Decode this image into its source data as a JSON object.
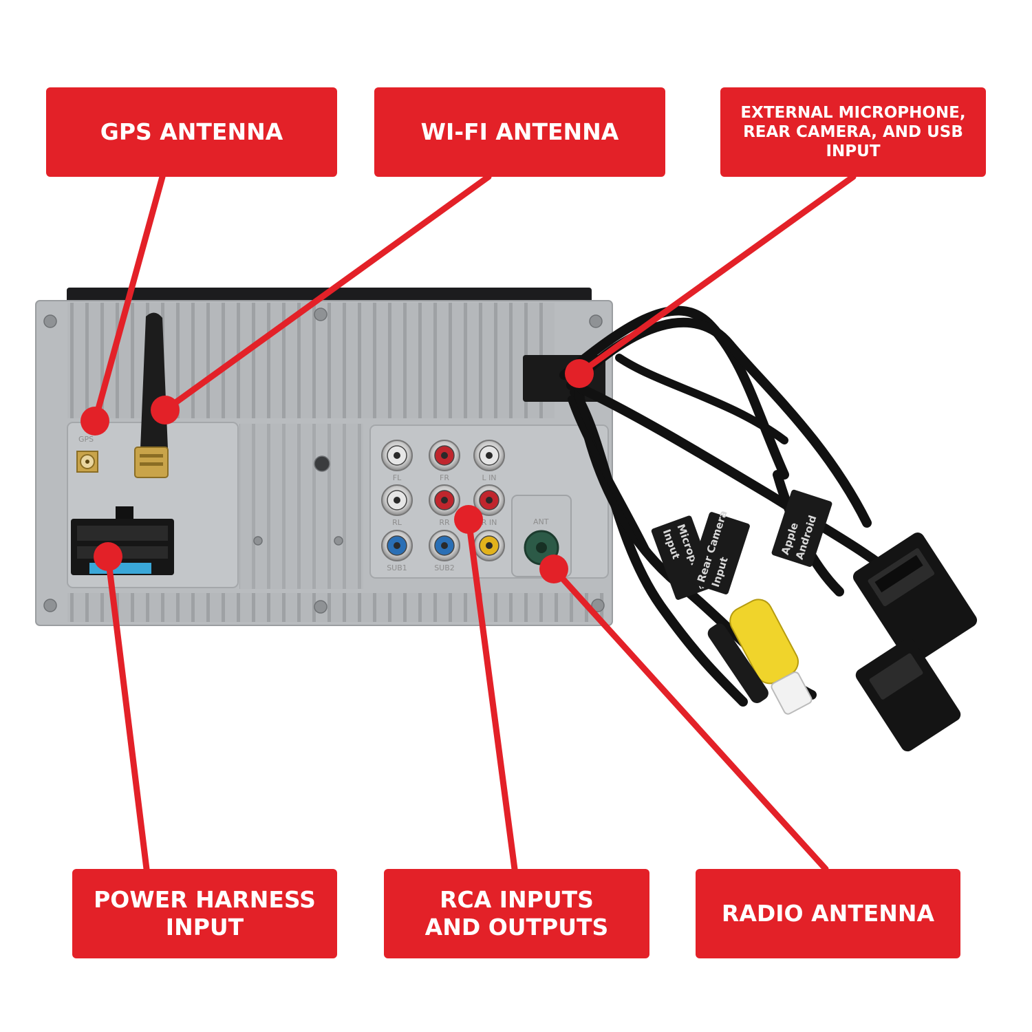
{
  "labels": {
    "gps": "GPS ANTENNA",
    "wifi": "WI-FI ANTENNA",
    "external": "EXTERNAL MICROPHONE,\nREAR CAMERA, AND USB\nINPUT",
    "power": "POWER HARNESS\nINPUT",
    "rca": "RCA INPUTS\nAND OUTPUTS",
    "radio": "RADIO ANTENNA"
  },
  "port_labels": {
    "gps": "GPS",
    "ant": "ANT",
    "fl": "FL",
    "fr": "FR",
    "lin": "L IN",
    "rl": "RL",
    "rr": "RR",
    "rin": "R IN",
    "sub1": "SUB1",
    "sub2": "SUB2"
  },
  "cable_tags": {
    "mic": "Microphone\nInput",
    "cam": "Rear Camera\nInput",
    "usb": "Apple\nAndroid"
  },
  "colors": {
    "callout_red": "#e32128",
    "chassis": "#b9bcbf",
    "cable": "#111111",
    "rca_red": "#c0262d",
    "rca_blue": "#2a6fb5",
    "rca_yellow": "#e2b21c",
    "rca_white": "#e6e6e6"
  }
}
